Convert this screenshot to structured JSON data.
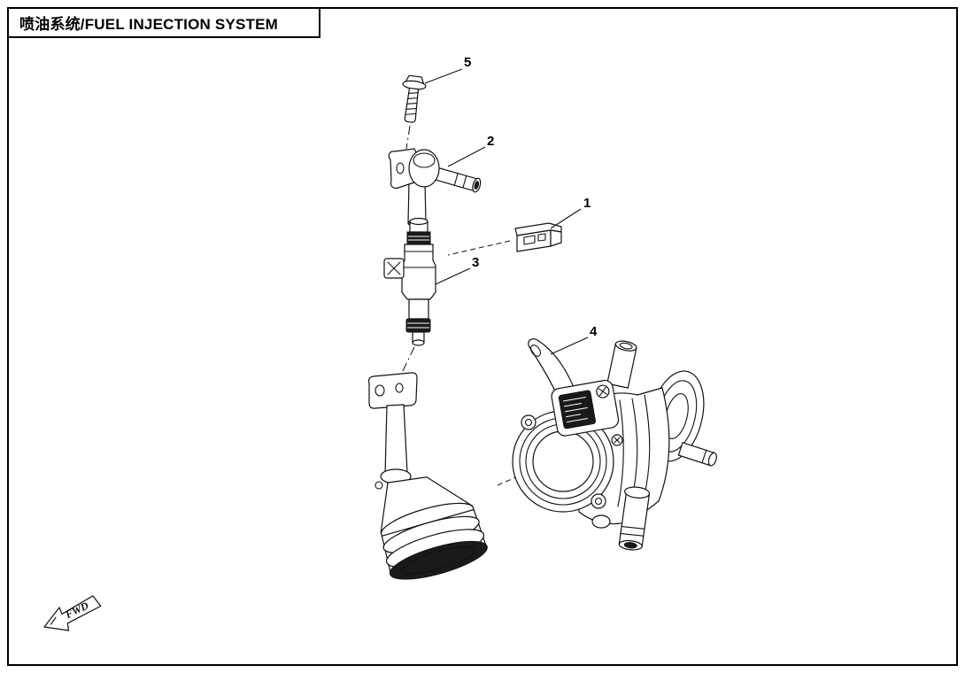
{
  "page": {
    "title": "喷油系统/FUEL INJECTION SYSTEM",
    "fwd_label": "FWD"
  },
  "callouts": [
    {
      "number": "1"
    },
    {
      "number": "2"
    },
    {
      "number": "3"
    },
    {
      "number": "4"
    },
    {
      "number": "5"
    }
  ],
  "colors": {
    "line": "#111111",
    "background": "#ffffff",
    "dark_fill": "#1a1a1a"
  }
}
